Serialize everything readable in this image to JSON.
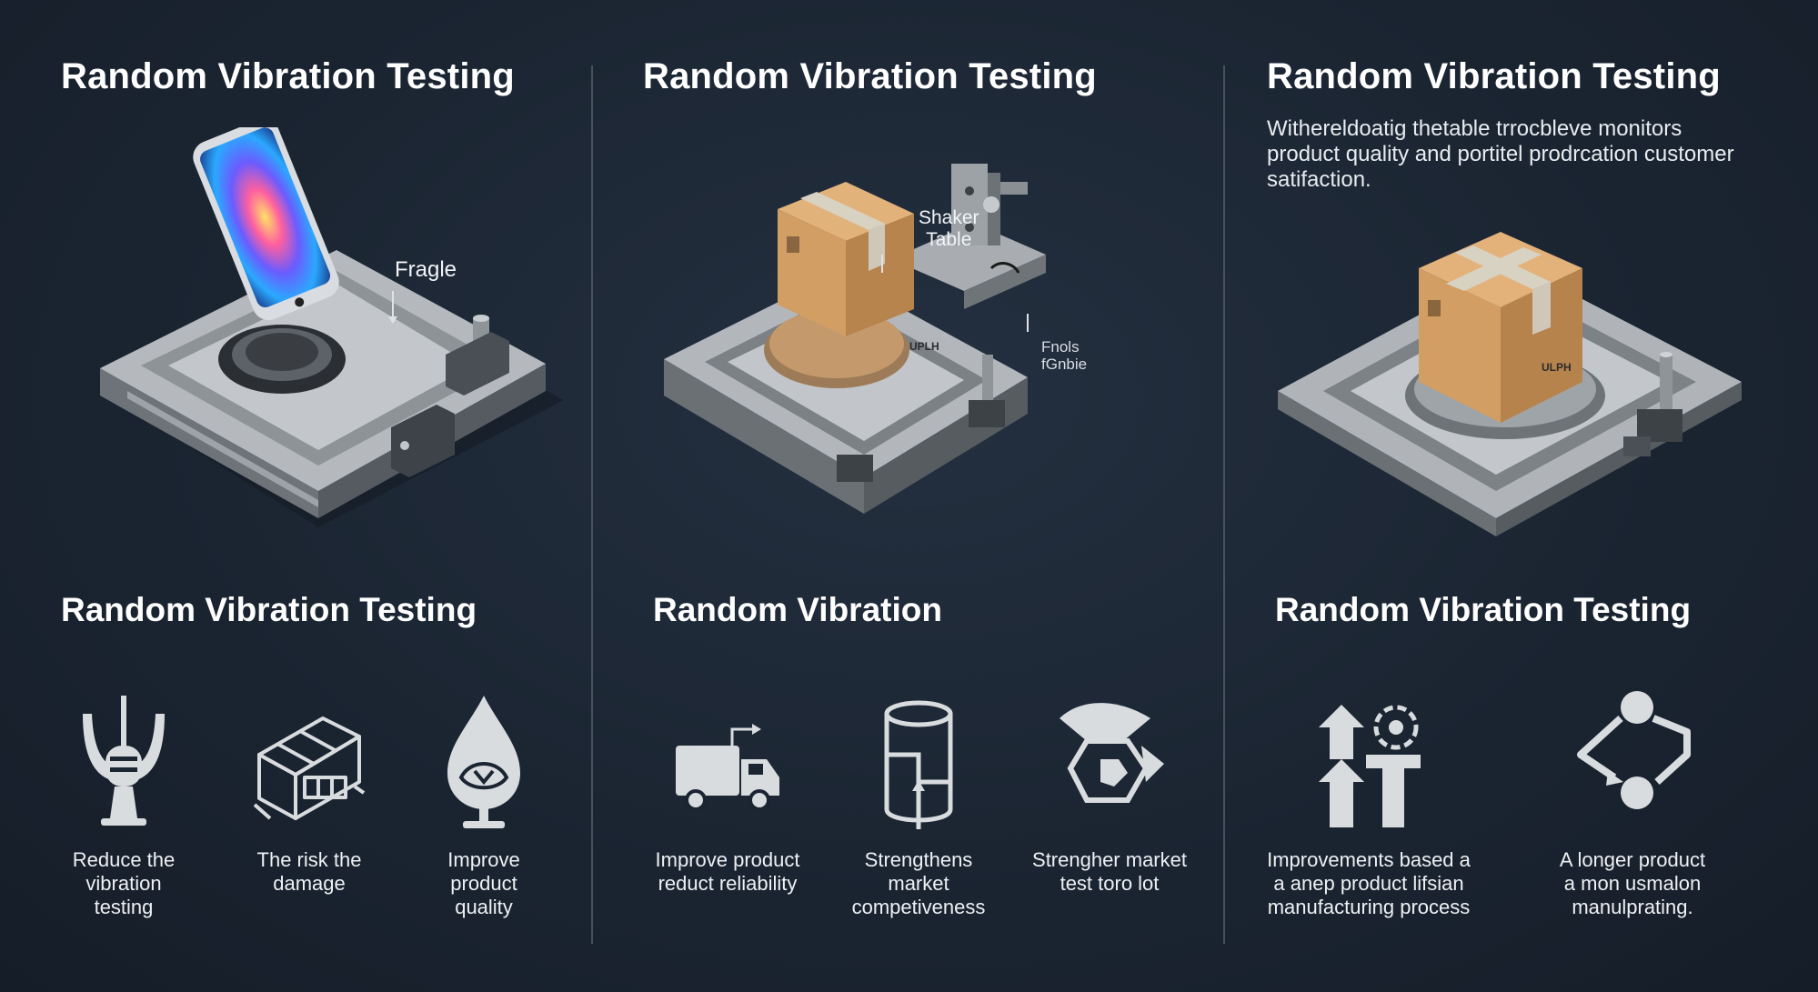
{
  "panels": [
    {
      "title": "Random Vibration Testing",
      "callouts": [
        "Fragle"
      ],
      "subtitle": "Random Vibration Testing",
      "features": [
        {
          "icon": "tuning-fork-icon",
          "label": "Reduce the\nvibration\ntesting"
        },
        {
          "icon": "damaged-crate-icon",
          "label": "The risk the\ndamage"
        },
        {
          "icon": "quality-drop-icon",
          "label": "Improve\nproduct\nquality"
        }
      ]
    },
    {
      "title": "Random Vibration Testing",
      "callouts": [
        "Shaker\nTable",
        "Fnols\nfGnbie"
      ],
      "subtitle": "Random Vibration",
      "features": [
        {
          "icon": "delivery-truck-icon",
          "label": "Improve product\nreduct reliability"
        },
        {
          "icon": "cylinder-icon",
          "label": "Strengthens\nmarket\ncompetiveness"
        },
        {
          "icon": "shield-cube-icon",
          "label": "Strengher market\ntest toro lot"
        }
      ]
    },
    {
      "title": "Random Vibration Testing",
      "description": "Withereldoatig thetable trrocbleve monitors product quality and portitel prodrcation customer satifaction.",
      "subtitle": "Random Vibration Testing",
      "features": [
        {
          "icon": "upward-arrows-icon",
          "label": "Improvements based a\na anep product lifsian\nmanufacturing process"
        },
        {
          "icon": "process-flow-icon",
          "label": "A longer product\na mon usmalon\nmanulprating."
        }
      ]
    }
  ],
  "box_labels": [
    "UPLH",
    "ULPH"
  ],
  "colors": {
    "background": "#1b2532",
    "text": "#ffffff",
    "icon": "#d9dcdf",
    "box": "#cf9a62",
    "metal": "#a9adb2"
  }
}
